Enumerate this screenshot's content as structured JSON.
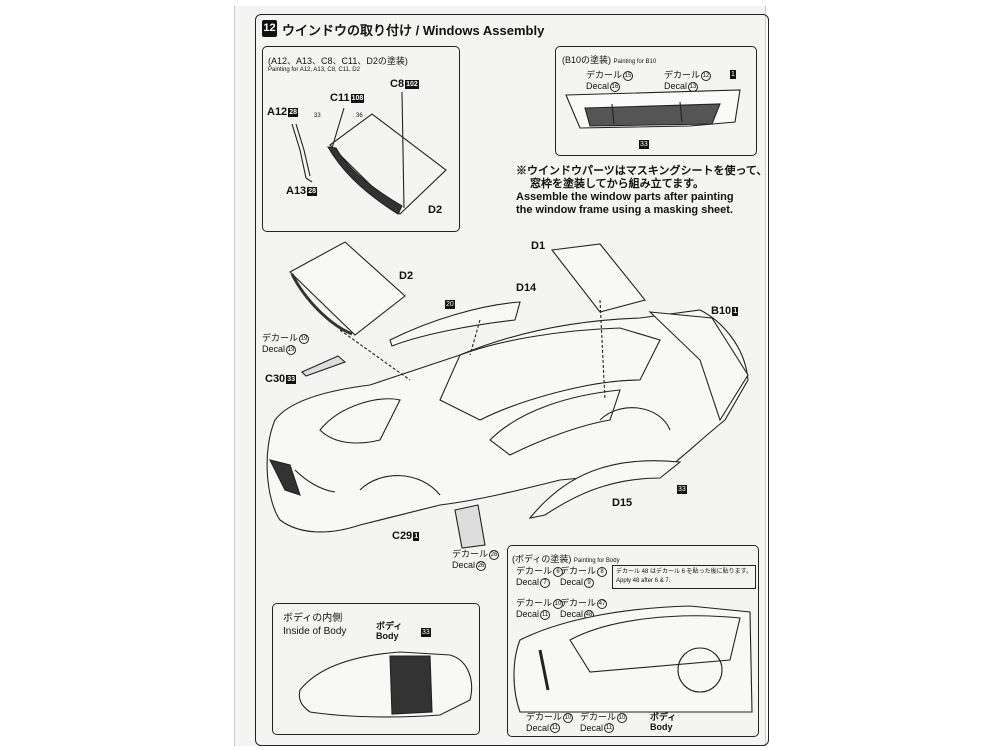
{
  "step": {
    "number": "12",
    "title": "ウインドウの取り付け / Windows Assembly"
  },
  "paint_box": {
    "title": "(A12、A13、C8、C11、D2の塗装)",
    "subtitle": "Painting for A12, A13, C8, C11, D2",
    "labels": {
      "a12": "A12",
      "a13": "A13",
      "c8": "C8",
      "c11": "C11",
      "d2": "D2"
    },
    "codes": {
      "a12": "28",
      "a13": "28",
      "c8": "102",
      "c11": "108",
      "mark33": "33",
      "mark36": "36"
    }
  },
  "b10_box": {
    "title": "(B10の塗装)",
    "subtitle": "Painting for B10",
    "decal_jp": "デカール",
    "decal_en": "Decal",
    "decal_nums": [
      "15",
      "16",
      "12",
      "13"
    ],
    "code_1": "1",
    "code_33": "33"
  },
  "note": {
    "jp_line1": "※ウインドウパーツはマスキングシートを使って、",
    "jp_line2": "窓枠を塗装してから組み立てます。",
    "en_line1": "Assemble the window parts after painting",
    "en_line2": "the window frame using a masking sheet."
  },
  "parts": {
    "d1": "D1",
    "d2": "D2",
    "d14": "D14",
    "d15": "D15",
    "b10": "B10",
    "c29": "C29",
    "c30": "C30",
    "body_jp": "ボディ",
    "body_en": "Body",
    "code_1": "1",
    "code_33": "33",
    "code_20": "20",
    "c30_code": "33",
    "c29_code": "1",
    "decal_jp": "デカール",
    "decal_en": "Decal",
    "decal_c30": "19",
    "decal_c29": "26"
  },
  "inside_box": {
    "title_jp": "ボディの内側",
    "title_en": "Inside of Body",
    "body_jp": "ボディ",
    "body_en": "Body",
    "code": "33"
  },
  "body_paint_box": {
    "title": "(ボディの塗装)",
    "subtitle": "Painting for Body",
    "instr_jp": "デカール 48 はデカール 6 を貼った後に貼ります。",
    "instr_en": "Apply 48 after 6 & 7.",
    "decal_jp": "デカール",
    "decal_en": "Decal",
    "nums_top": [
      "6",
      "7",
      "8",
      "9"
    ],
    "nums_mid": [
      "10",
      "11",
      "47",
      "48"
    ],
    "nums_bottom": [
      "10",
      "11"
    ],
    "body_jp": "ボディ",
    "body_en": "Body"
  },
  "colors": {
    "ink": "#111111",
    "paper": "#f4f4f2"
  }
}
